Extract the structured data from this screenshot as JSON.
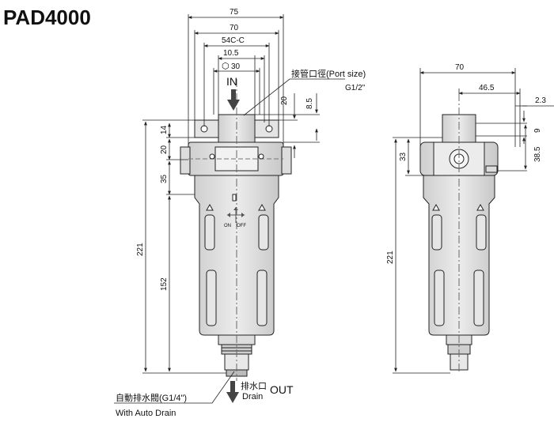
{
  "title": "PAD4000",
  "front": {
    "dims_top": [
      "75",
      "70",
      "54C-C",
      "10.5",
      "30"
    ],
    "hex_symbol": "⬡",
    "inlet_label": "IN",
    "port_label_cn": "接管口徑(Port size)",
    "port_label_thread": "G1/2\"",
    "dims_right": [
      "20",
      "8.5"
    ],
    "dims_left": [
      "14",
      "20",
      "35",
      "221",
      "152"
    ],
    "drain_label_cn": "排水口",
    "drain_label_en": "Drain",
    "outlet_label": "OUT",
    "auto_drain_cn": "自動排水閥(G1/4\")",
    "auto_drain_en": "With Auto Drain",
    "knob_on": "ON",
    "knob_off": "OFF"
  },
  "side": {
    "dims_top": [
      "70",
      "46.5",
      "2.3"
    ],
    "dims_right": [
      "9",
      "38.5"
    ],
    "dims_left": [
      "33",
      "221"
    ]
  }
}
